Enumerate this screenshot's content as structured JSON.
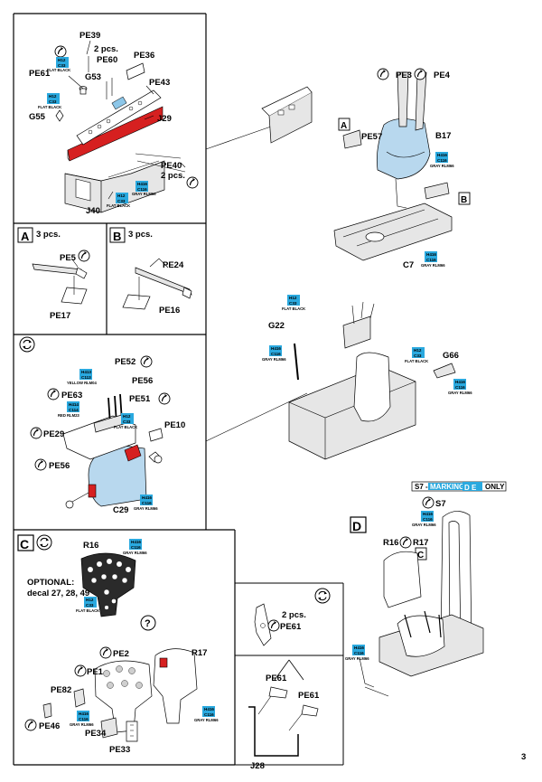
{
  "page_number": "3",
  "colors": {
    "gunze_cyan": "#2aa9df",
    "highlight_red": "#d62020",
    "part_blue": "#b8d8ee",
    "part_grey": "#e6e6e6"
  },
  "icons": {
    "bend": "bend-arrow-icon",
    "rotate": "rotate-arrows-icon",
    "question": "question-icon"
  },
  "color_codes": {
    "c33_top": "H12",
    "c33": "C33",
    "flat_black": "FLAT BLACK",
    "c116_top": "H416",
    "c116": "C116",
    "gray_rlm66": "GRAY RLM66",
    "c113_top": "H413",
    "c113": "C113",
    "yellow_rlm04": "YELLOW RLM04",
    "c114_top": "H414",
    "c114": "C114",
    "red_rlm23": "RED RLM23"
  },
  "panel1": {
    "pe39": "PE39",
    "two_pcs_a": "2 pcs.",
    "pe60": "PE60",
    "pe36": "PE36",
    "pe61": "PE61",
    "g53": "G53",
    "pe43": "PE43",
    "g55": "G55",
    "j29": "J29",
    "pe40": "PE40",
    "two_pcs_b": "2 pcs.",
    "j40": "J40"
  },
  "panel_a": {
    "letter": "A",
    "count": "3 pcs.",
    "pe5": "PE5",
    "pe17": "PE17"
  },
  "panel_b": {
    "letter": "B",
    "count": "3 pcs.",
    "pe24": "PE24",
    "pe16": "PE16"
  },
  "panel_seat": {
    "pe3": "PE3",
    "pe4": "PE4",
    "callout_a": "A",
    "pe57": "PE57",
    "b17": "B17",
    "callout_b": "B",
    "c7": "C7"
  },
  "panel_g": {
    "g22": "G22",
    "g66": "G66"
  },
  "panel_c29": {
    "pe52": "PE52",
    "pe56a": "PE56",
    "pe63": "PE63",
    "pe51": "PE51",
    "pe10": "PE10",
    "pe29": "PE29",
    "pe56b": "PE56",
    "c29": "C29"
  },
  "panel_d": {
    "s7_tag_prefix": "S7 -",
    "s7_tag_markings": "MARKINGS",
    "s7_tag_letters": "D E",
    "s7_tag_only": "ONLY",
    "s7": "S7",
    "letter": "D",
    "r16": "R16",
    "r17": "R17",
    "callout_c": "C"
  },
  "panel_c": {
    "letter": "C",
    "r16": "R16",
    "optional_line1": "OPTIONAL:",
    "optional_line2": "decal 27, 28, 49",
    "pe2": "PE2",
    "pe1": "PE1",
    "r17": "R17",
    "pe82": "PE82",
    "pe46": "PE46",
    "pe34": "PE34",
    "pe33": "PE33"
  },
  "panel_pe61": {
    "count": "2 pcs.",
    "pe61": "PE61",
    "pe61b": "PE61",
    "pe61c": "PE61",
    "j28": "J28"
  }
}
